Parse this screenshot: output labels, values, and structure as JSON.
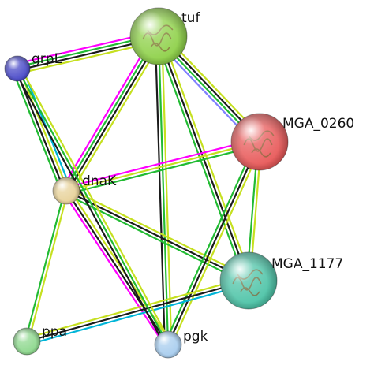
{
  "colors": {
    "database": "#00b5d8",
    "experiment": "#ff00ff",
    "textmining": "#c6e020",
    "coexpression": "#1b1b1b",
    "neighborhood": "#22bb33",
    "homology": "#8080ff"
  },
  "nodes": [
    {
      "id": "tuf",
      "label": "tuf",
      "color": "#8fd14a",
      "big": true
    },
    {
      "id": "grpE",
      "label": "grpE",
      "color": "#4b4bc8",
      "big": false
    },
    {
      "id": "MGA_0260",
      "label": "MGA_0260",
      "color": "#e85a5a",
      "big": true
    },
    {
      "id": "dnaK",
      "label": "dnaK",
      "color": "#e8d29a",
      "big": false
    },
    {
      "id": "MGA_1177",
      "label": "MGA_1177",
      "color": "#4fc4a8",
      "big": true
    },
    {
      "id": "ppa",
      "label": "ppa",
      "color": "#8ed88e",
      "big": false
    },
    {
      "id": "pgk",
      "label": "pgk",
      "color": "#a8cdee",
      "big": false
    }
  ],
  "edges": [
    {
      "from": "tuf",
      "to": "grpE",
      "types": [
        "textmining",
        "coexpression",
        "neighborhood",
        "experiment"
      ]
    },
    {
      "from": "tuf",
      "to": "dnaK",
      "types": [
        "textmining",
        "coexpression",
        "neighborhood",
        "experiment"
      ]
    },
    {
      "from": "tuf",
      "to": "MGA_0260",
      "types": [
        "textmining",
        "coexpression",
        "neighborhood",
        "homology"
      ]
    },
    {
      "from": "tuf",
      "to": "MGA_1177",
      "types": [
        "textmining",
        "coexpression",
        "neighborhood"
      ]
    },
    {
      "from": "tuf",
      "to": "pgk",
      "types": [
        "textmining",
        "neighborhood",
        "coexpression"
      ]
    },
    {
      "from": "grpE",
      "to": "dnaK",
      "types": [
        "database",
        "textmining",
        "coexpression",
        "neighborhood"
      ]
    },
    {
      "from": "dnaK",
      "to": "MGA_0260",
      "types": [
        "experiment",
        "textmining",
        "neighborhood"
      ]
    },
    {
      "from": "dnaK",
      "to": "MGA_1177",
      "types": [
        "textmining",
        "coexpression",
        "neighborhood"
      ]
    },
    {
      "from": "dnaK",
      "to": "ppa",
      "types": [
        "textmining",
        "neighborhood"
      ]
    },
    {
      "from": "dnaK",
      "to": "pgk",
      "types": [
        "textmining",
        "coexpression",
        "experiment"
      ]
    },
    {
      "from": "MGA_0260",
      "to": "MGA_1177",
      "types": [
        "textmining",
        "neighborhood"
      ]
    },
    {
      "from": "MGA_0260",
      "to": "pgk",
      "types": [
        "textmining",
        "coexpression",
        "neighborhood"
      ]
    },
    {
      "from": "MGA_1177",
      "to": "ppa",
      "types": [
        "database",
        "coexpression",
        "textmining"
      ]
    },
    {
      "from": "grpE",
      "to": "pgk",
      "types": [
        "textmining",
        "neighborhood",
        "coexpression"
      ]
    }
  ]
}
